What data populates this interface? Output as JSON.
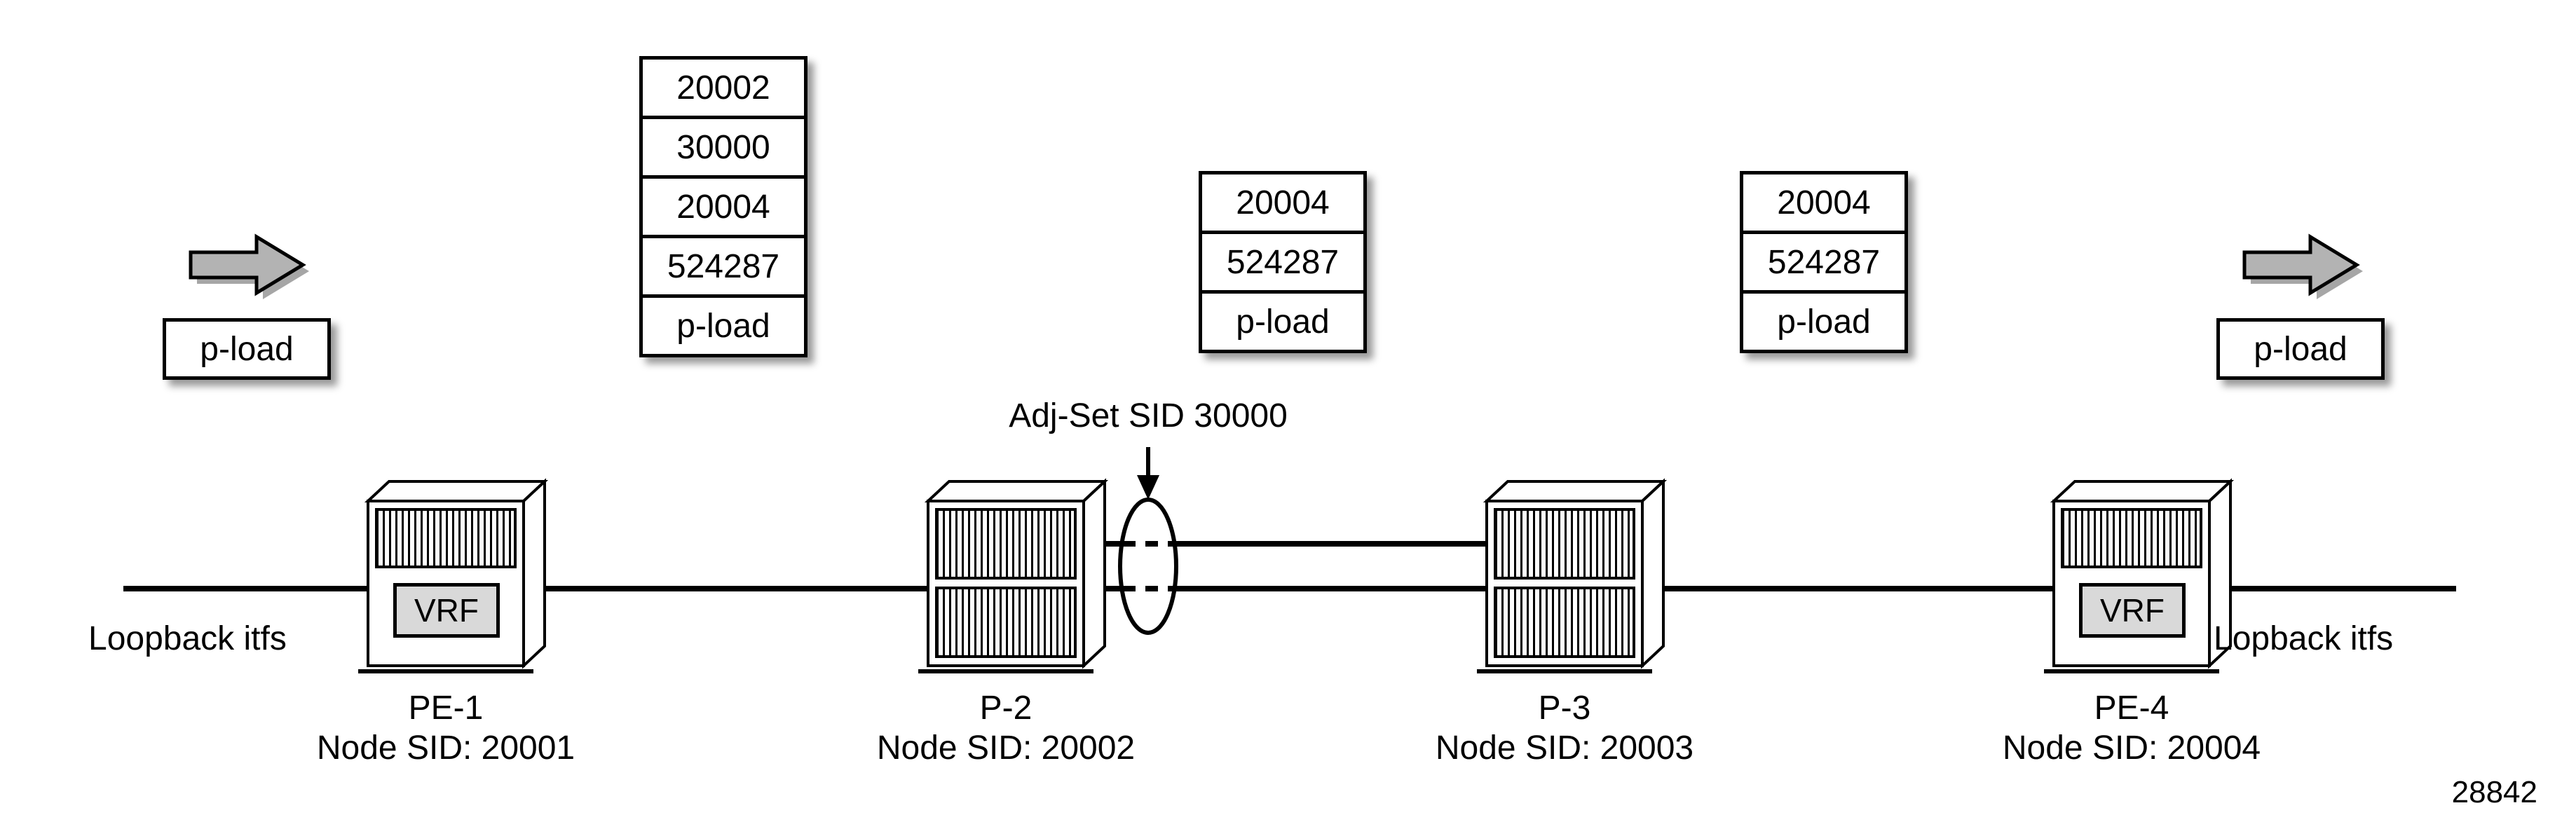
{
  "diagram": {
    "flow_arrows": {
      "left_label": "p-load",
      "right_label": "p-load"
    },
    "label_stacks": [
      {
        "rows": [
          "20002",
          "30000",
          "20004",
          "524287",
          "p-load"
        ]
      },
      {
        "rows": [
          "20004",
          "524287",
          "p-load"
        ]
      },
      {
        "rows": [
          "20004",
          "524287",
          "p-load"
        ]
      }
    ],
    "annotation": "Adj-Set SID 30000",
    "left_interface_label": "Loopback itfs",
    "right_interface_label": "Lopback itfs",
    "routers": [
      {
        "name": "PE-1",
        "node_sid": "Node SID: 20001",
        "vrf": "VRF"
      },
      {
        "name": "P-2",
        "node_sid": "Node SID: 20002"
      },
      {
        "name": "P-3",
        "node_sid": "Node SID: 20003"
      },
      {
        "name": "PE-4",
        "node_sid": "Node SID: 20004",
        "vrf": "VRF"
      }
    ],
    "figure_number": "28842",
    "colors": {
      "line": "#000000",
      "arrow_fill": "#b3b3b3",
      "vrf_fill": "#d9d9d9",
      "box_background": "#ffffff"
    }
  }
}
